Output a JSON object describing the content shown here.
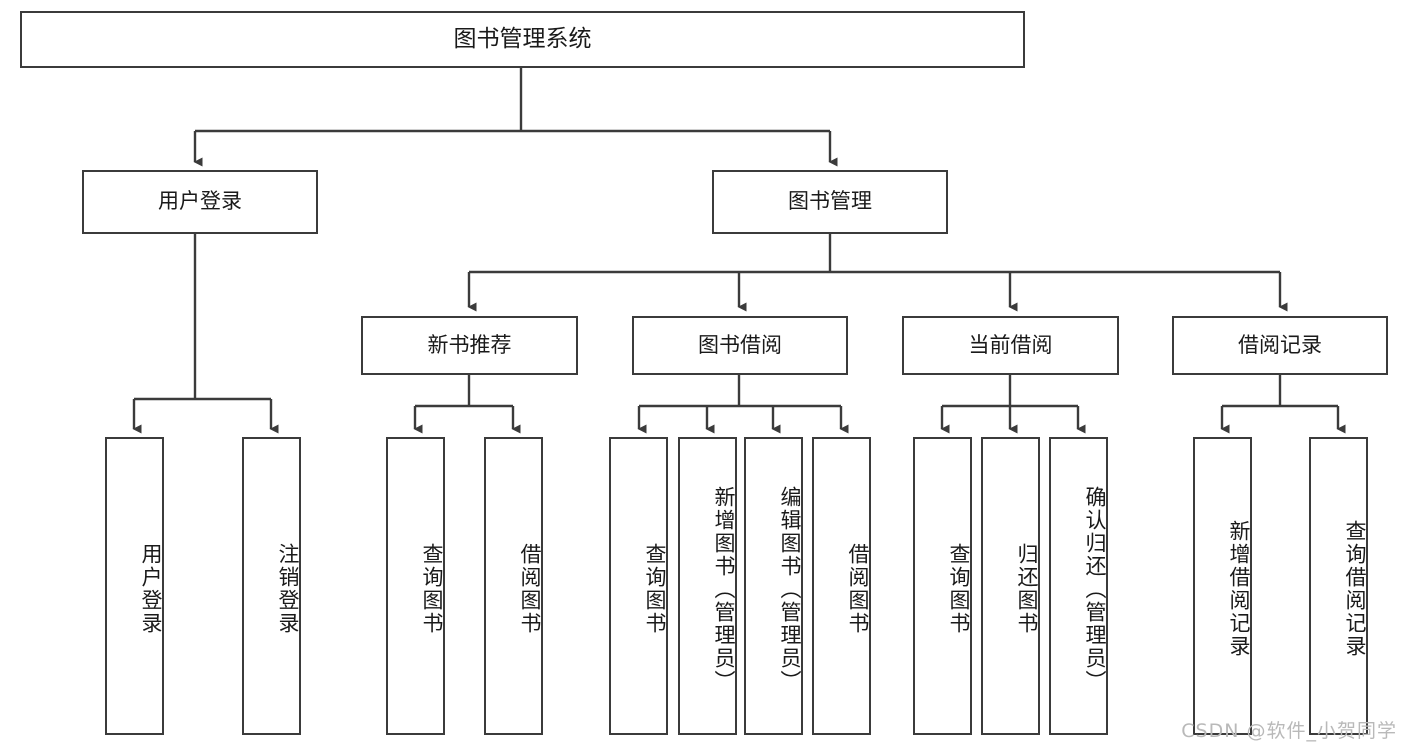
{
  "diagram": {
    "type": "tree-hierarchy",
    "title": "图书管理系统",
    "root": {
      "id": "root",
      "label": "图书管理系统"
    },
    "level2": [
      {
        "id": "user-login",
        "label": "用户登录"
      },
      {
        "id": "book-management",
        "label": "图书管理"
      }
    ],
    "level3": [
      {
        "id": "new-book-recommend",
        "label": "新书推荐",
        "parent": "book-management"
      },
      {
        "id": "book-borrow",
        "label": "图书借阅",
        "parent": "book-management"
      },
      {
        "id": "current-borrow",
        "label": "当前借阅",
        "parent": "book-management"
      },
      {
        "id": "borrow-record",
        "label": "借阅记录",
        "parent": "book-management"
      }
    ],
    "leaves": {
      "user-login": [
        {
          "id": "leaf-user-login",
          "label": "用户登录"
        },
        {
          "id": "leaf-logout",
          "label": "注销登录"
        }
      ],
      "new-book-recommend": [
        {
          "id": "leaf-query-book-1",
          "label": "查询图书"
        },
        {
          "id": "leaf-borrow-book-1",
          "label": "借阅图书"
        }
      ],
      "book-borrow": [
        {
          "id": "leaf-query-book-2",
          "label": "查询图书"
        },
        {
          "id": "leaf-add-book",
          "label": "新增图书（管理员）"
        },
        {
          "id": "leaf-edit-book",
          "label": "编辑图书（管理员）"
        },
        {
          "id": "leaf-borrow-book-2",
          "label": "借阅图书"
        }
      ],
      "current-borrow": [
        {
          "id": "leaf-query-book-3",
          "label": "查询图书"
        },
        {
          "id": "leaf-return-book",
          "label": "归还图书"
        },
        {
          "id": "leaf-confirm-return",
          "label": "确认归还（管理员）"
        }
      ],
      "borrow-record": [
        {
          "id": "leaf-add-record",
          "label": "新增借阅记录"
        },
        {
          "id": "leaf-query-record",
          "label": "查询借阅记录"
        }
      ]
    }
  },
  "watermark": {
    "text": "CSDN @软件_小贺同学"
  },
  "colors": {
    "stroke": "#3b3b3b",
    "fill": "#ffffff",
    "text": "#1a1a1a",
    "watermark": "#b9b9b9"
  }
}
